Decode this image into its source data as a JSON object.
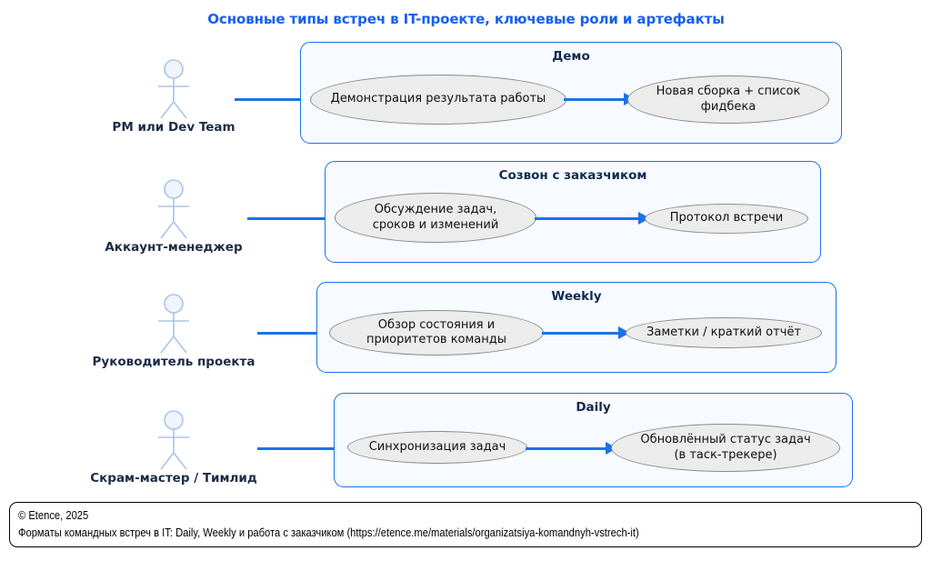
{
  "title": "Основные типы встреч в IT-проекте, ключевые роли и артефакты",
  "colors": {
    "title": "#1560ee",
    "group_border": "#1a73e8",
    "group_fill": "#f7faff",
    "ellipse_fill": "#ececec",
    "ellipse_border": "#8a8a8a",
    "arrow": "#1a73e8",
    "actor": "#a9c5e8",
    "label_text": "#1c2b45"
  },
  "rows": [
    {
      "actor": "PM или Dev Team",
      "group_title": "Демо",
      "usecase": "Демонстрация результата работы",
      "artifact_line1": "Новая сборка + список",
      "artifact_line2": "фидбека"
    },
    {
      "actor": "Аккаунт-менеджер",
      "group_title": "Созвон с заказчиком",
      "usecase_line1": "Обсуждение задач,",
      "usecase_line2": "сроков и изменений",
      "artifact": "Протокол встречи"
    },
    {
      "actor": "Руководитель проекта",
      "group_title": "Weekly",
      "usecase_line1": "Обзор состояния и",
      "usecase_line2": "приоритетов команды",
      "artifact": "Заметки / краткий отчёт"
    },
    {
      "actor": "Скрам-мастер / Тимлид",
      "group_title": "Daily",
      "usecase": "Синхронизация задач",
      "artifact_line1": "Обновлённый статус задач",
      "artifact_line2": "(в таск-трекере)"
    }
  ],
  "footer": {
    "copyright": "© Etence, 2025",
    "source": "Форматы командных встреч в IT: Daily, Weekly и работа с заказчиком (https://etence.me/materials/organizatsiya-komandnyh-vstrech-it)"
  }
}
